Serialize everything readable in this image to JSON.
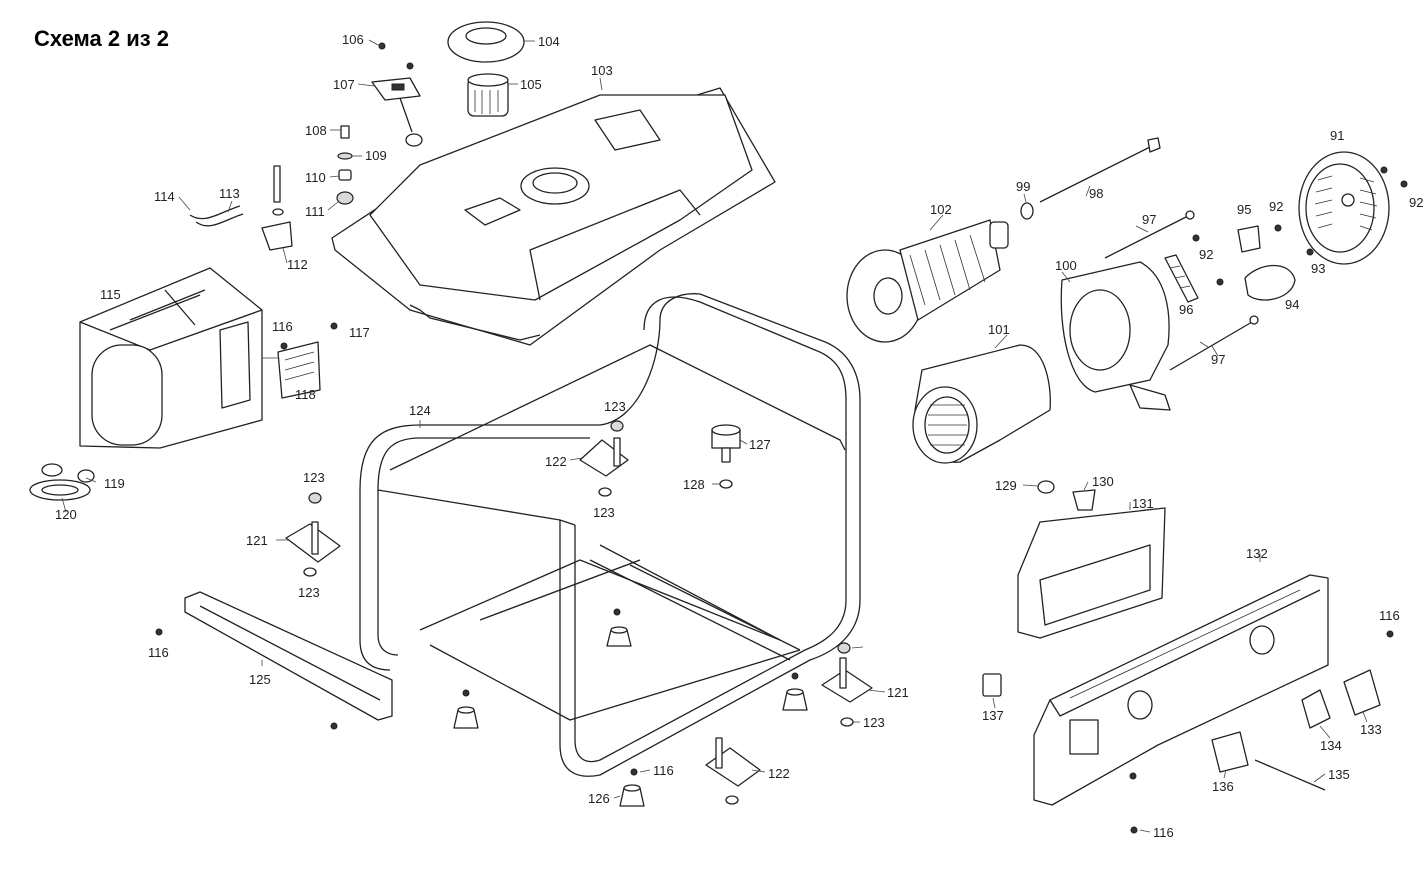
{
  "title": "Схема 2 из 2",
  "labels": [
    "106",
    "104",
    "107",
    "105",
    "103",
    "108",
    "109",
    "110",
    "111",
    "114",
    "113",
    "112",
    "115",
    "116",
    "117",
    "118",
    "119",
    "120",
    "123",
    "121",
    "122",
    "123",
    "127",
    "128",
    "123",
    "124",
    "125",
    "116",
    "123",
    "121",
    "123",
    "116",
    "122",
    "126",
    "91",
    "92",
    "92",
    "99",
    "98",
    "102",
    "97",
    "95",
    "92",
    "93",
    "100",
    "96",
    "94",
    "101",
    "97",
    "129",
    "130",
    "131",
    "132",
    "116",
    "133",
    "134",
    "137",
    "135",
    "136",
    "116"
  ]
}
